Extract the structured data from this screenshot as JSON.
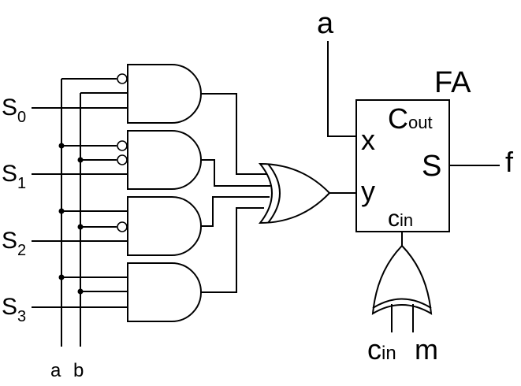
{
  "inputs": {
    "s0": {
      "main": "S",
      "sub": "0"
    },
    "s1": {
      "main": "S",
      "sub": "1"
    },
    "s2": {
      "main": "S",
      "sub": "2"
    },
    "s3": {
      "main": "S",
      "sub": "3"
    },
    "a": "a",
    "b": "b"
  },
  "fa": {
    "title": "FA",
    "x": "x",
    "y": "y",
    "cout_main": "C",
    "cout_sub": "out",
    "s": "S",
    "cin_main": "c",
    "cin_sub": "in"
  },
  "top_input": "a",
  "output": "f",
  "or_inputs": {
    "cin_main": "c",
    "cin_sub": "in",
    "m": "m"
  }
}
